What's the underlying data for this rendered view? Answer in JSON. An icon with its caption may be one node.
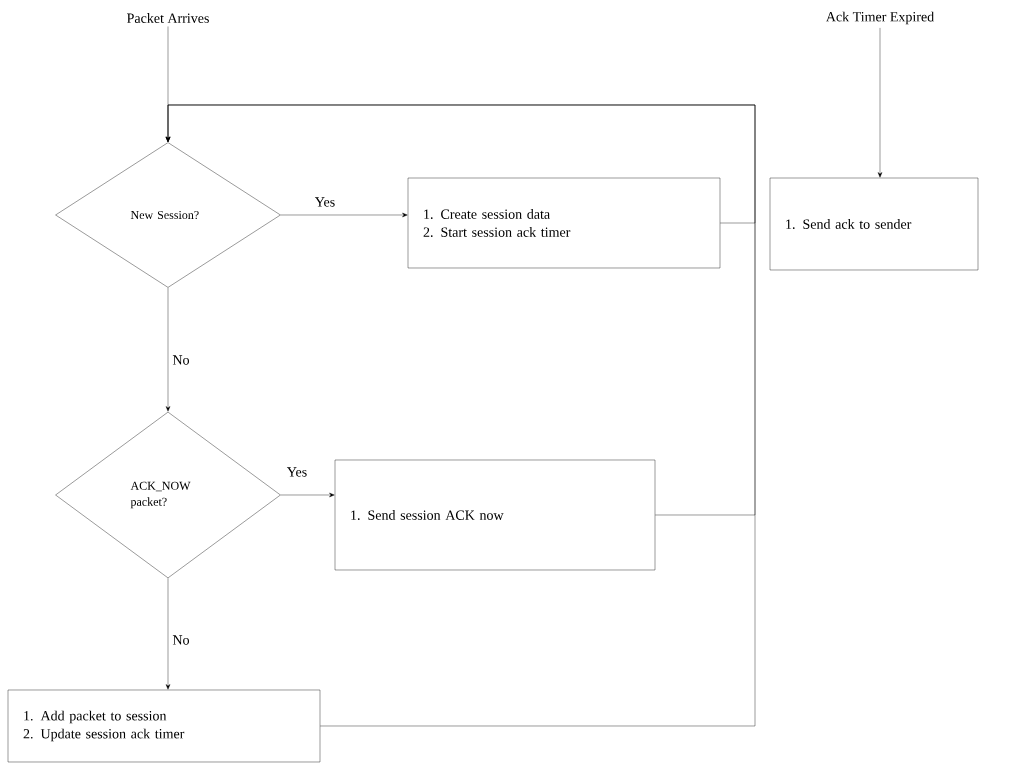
{
  "diagram": {
    "nodes": [
      {
        "text": [
          "Packet Arrives"
        ]
      },
      {
        "text": [
          "New Session?"
        ]
      },
      {
        "text": [
          "1. Create session data",
          "2. Start session ack timer"
        ]
      },
      {
        "text": [
          "Ack Timer Expired"
        ]
      },
      {
        "text": [
          "1. Send ack to sender"
        ]
      },
      {
        "text": [
          "ACK_NOW packet?"
        ]
      },
      {
        "text": [
          "1. Send session ACK now"
        ]
      },
      {
        "text": [
          "1. Add packet to session",
          "2. Update session ack timer"
        ]
      }
    ],
    "edges": [
      {
        "from": 0,
        "to": 1,
        "arrow": "to"
      },
      {
        "from": 1,
        "to": 2,
        "arrow": "to",
        "label": "Yes"
      },
      {
        "from": 1,
        "to": 5,
        "arrow": "to",
        "label": "No"
      },
      {
        "from": 3,
        "to": 4,
        "arrow": "to"
      },
      {
        "from": 5,
        "to": 6,
        "arrow": "to",
        "label": "Yes"
      },
      {
        "from": 5,
        "to": 7,
        "arrow": "to",
        "label": "No"
      },
      {
        "from": 2,
        "to": 1,
        "arrow": "to"
      },
      {
        "from": 6,
        "to": 1,
        "arrow": "to"
      },
      {
        "from": 7,
        "to": 1,
        "arrow": "to"
      }
    ]
  }
}
